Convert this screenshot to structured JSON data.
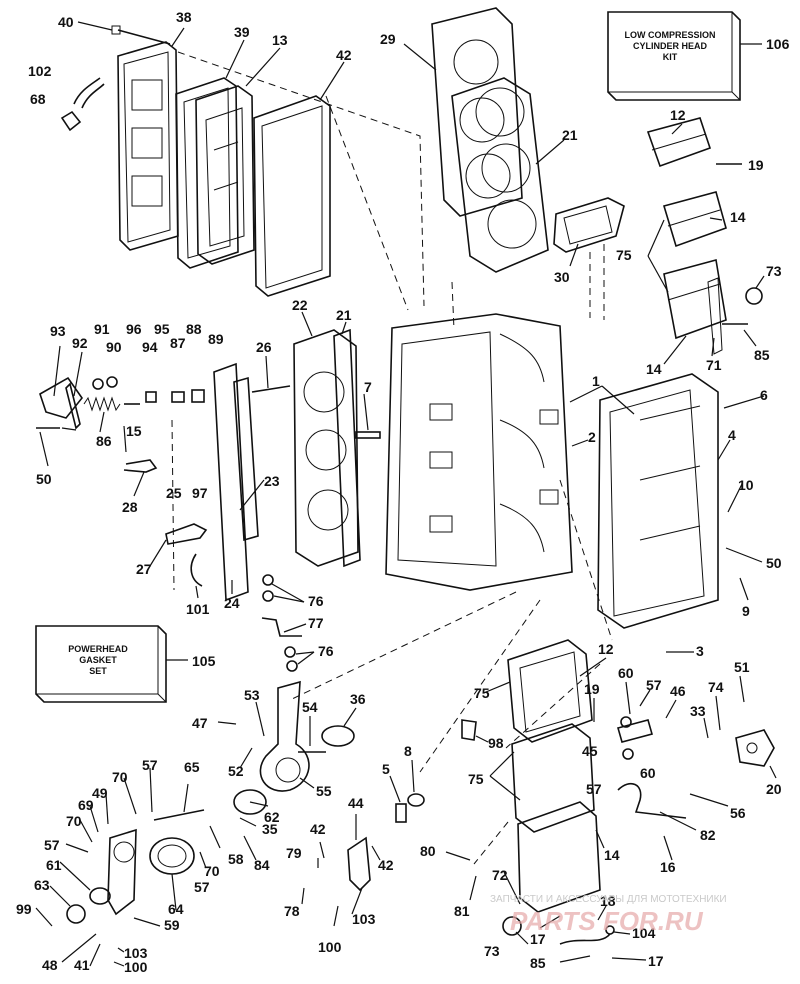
{
  "callouts": [
    "1",
    "2",
    "3",
    "4",
    "5",
    "6",
    "7",
    "8",
    "9",
    "10",
    "12",
    "13",
    "14",
    "15",
    "16",
    "17",
    "18",
    "19",
    "20",
    "21",
    "22",
    "23",
    "24",
    "25",
    "26",
    "27",
    "28",
    "29",
    "30",
    "33",
    "35",
    "36",
    "38",
    "39",
    "40",
    "41",
    "42",
    "44",
    "45",
    "46",
    "47",
    "48",
    "49",
    "50",
    "51",
    "52",
    "53",
    "54",
    "55",
    "56",
    "57",
    "58",
    "59",
    "60",
    "61",
    "62",
    "63",
    "64",
    "65",
    "68",
    "69",
    "70",
    "71",
    "72",
    "73",
    "74",
    "75",
    "76",
    "77",
    "78",
    "79",
    "80",
    "81",
    "82",
    "84",
    "85",
    "86",
    "87",
    "88",
    "89",
    "90",
    "91",
    "92",
    "93",
    "94",
    "95",
    "96",
    "97",
    "98",
    "99",
    "100",
    "101",
    "102",
    "103",
    "104",
    "105",
    "106"
  ],
  "kit_boxes": {
    "cylinder_head": {
      "lines": [
        "LOW COMPRESSION",
        "CYLINDER HEAD",
        "KIT"
      ],
      "number": "106"
    },
    "powerhead": {
      "lines": [
        "POWERHEAD",
        "GASKET",
        "SET"
      ],
      "number": "105"
    }
  },
  "watermark": {
    "caption": "ЗАПЧАСТИ И АКСЕССУАРЫ ДЛЯ МОТОТЕХНИКИ",
    "brand": "PARTS FOR.RU"
  }
}
